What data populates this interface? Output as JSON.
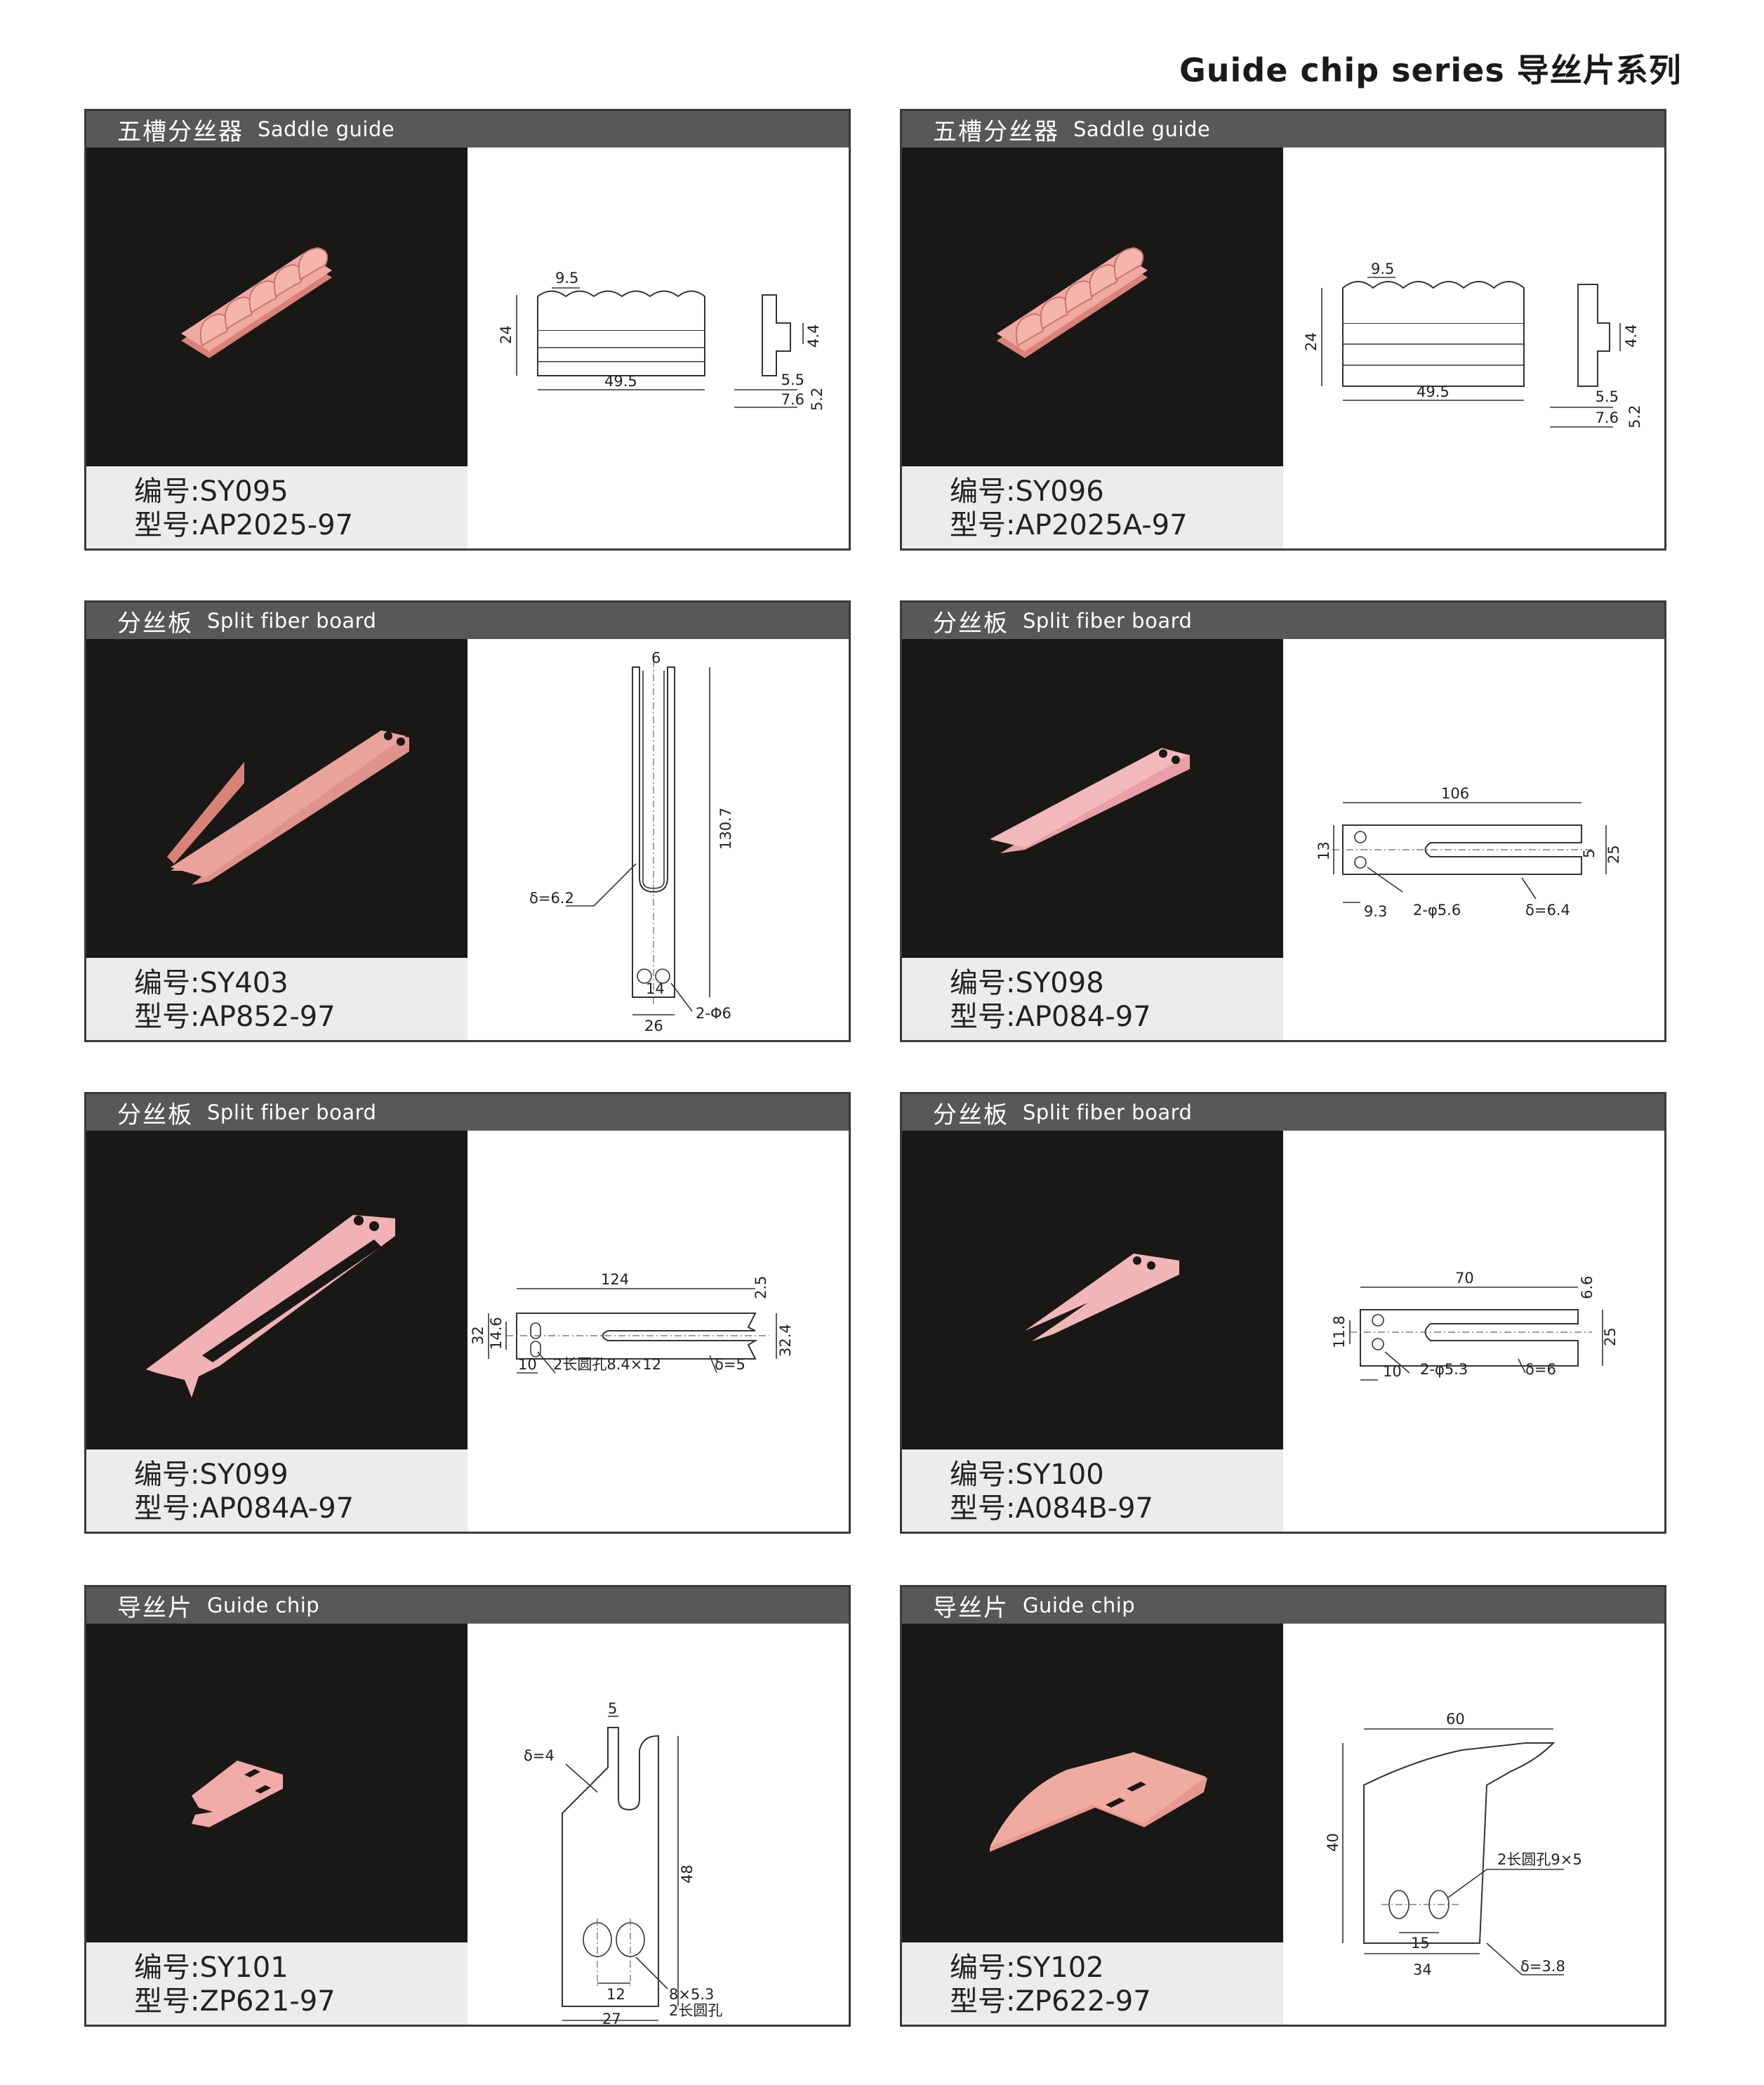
{
  "page": {
    "title": "Guide chip series  导丝片系列"
  },
  "labels": {
    "code_prefix": "编号:",
    "model_prefix": "型号:"
  },
  "colors": {
    "header_bg": "#595757",
    "photo_bg": "#1a1717",
    "info_bg": "#ececec",
    "ceramic": "#f0a9a0"
  },
  "cards": [
    {
      "category_cn": "五槽分丝器",
      "category_en": "Saddle guide",
      "code": "SY095",
      "model": "AP2025-97",
      "dims": [
        "9.5",
        "24",
        "49.5",
        "4.4",
        "5.5",
        "7.6",
        "5.2"
      ]
    },
    {
      "category_cn": "五槽分丝器",
      "category_en": "Saddle guide",
      "code": "SY096",
      "model": "AP2025A-97",
      "dims": [
        "9.5",
        "24",
        "49.5",
        "4.4",
        "5.5",
        "7.6",
        "5.2"
      ]
    },
    {
      "category_cn": "分丝板",
      "category_en": "Split fiber board",
      "code": "SY403",
      "model": "AP852-97",
      "dims": [
        "6",
        "130.7",
        "δ=6.2",
        "14",
        "2-Φ6",
        "26"
      ]
    },
    {
      "category_cn": "分丝板",
      "category_en": "Split fiber board",
      "code": "SY098",
      "model": "AP084-97",
      "dims": [
        "106",
        "13",
        "5",
        "25",
        "9.3",
        "2-φ5.6",
        "δ=6.4"
      ]
    },
    {
      "category_cn": "分丝板",
      "category_en": "Split fiber board",
      "code": "SY099",
      "model": "AP084A-97",
      "dims": [
        "124",
        "2.5",
        "32",
        "14.6",
        "32.4",
        "10",
        "2长圆孔8.4×12",
        "δ=5"
      ]
    },
    {
      "category_cn": "分丝板",
      "category_en": "Split fiber board",
      "code": "SY100",
      "model": "A084B-97",
      "dims": [
        "70",
        "6.6",
        "11.8",
        "25",
        "10",
        "2-φ5.3",
        "δ=6"
      ]
    },
    {
      "category_cn": "导丝片",
      "category_en": "Guide chip",
      "code": "SY101",
      "model": "ZP621-97",
      "dims": [
        "5",
        "δ=4",
        "48",
        "12",
        "27",
        "8×5.3",
        "2长圆孔"
      ]
    },
    {
      "category_cn": "导丝片",
      "category_en": "Guide chip",
      "code": "SY102",
      "model": "ZP622-97",
      "dims": [
        "60",
        "40",
        "2长圆孔9×5",
        "15",
        "34",
        "δ=3.8"
      ]
    }
  ]
}
